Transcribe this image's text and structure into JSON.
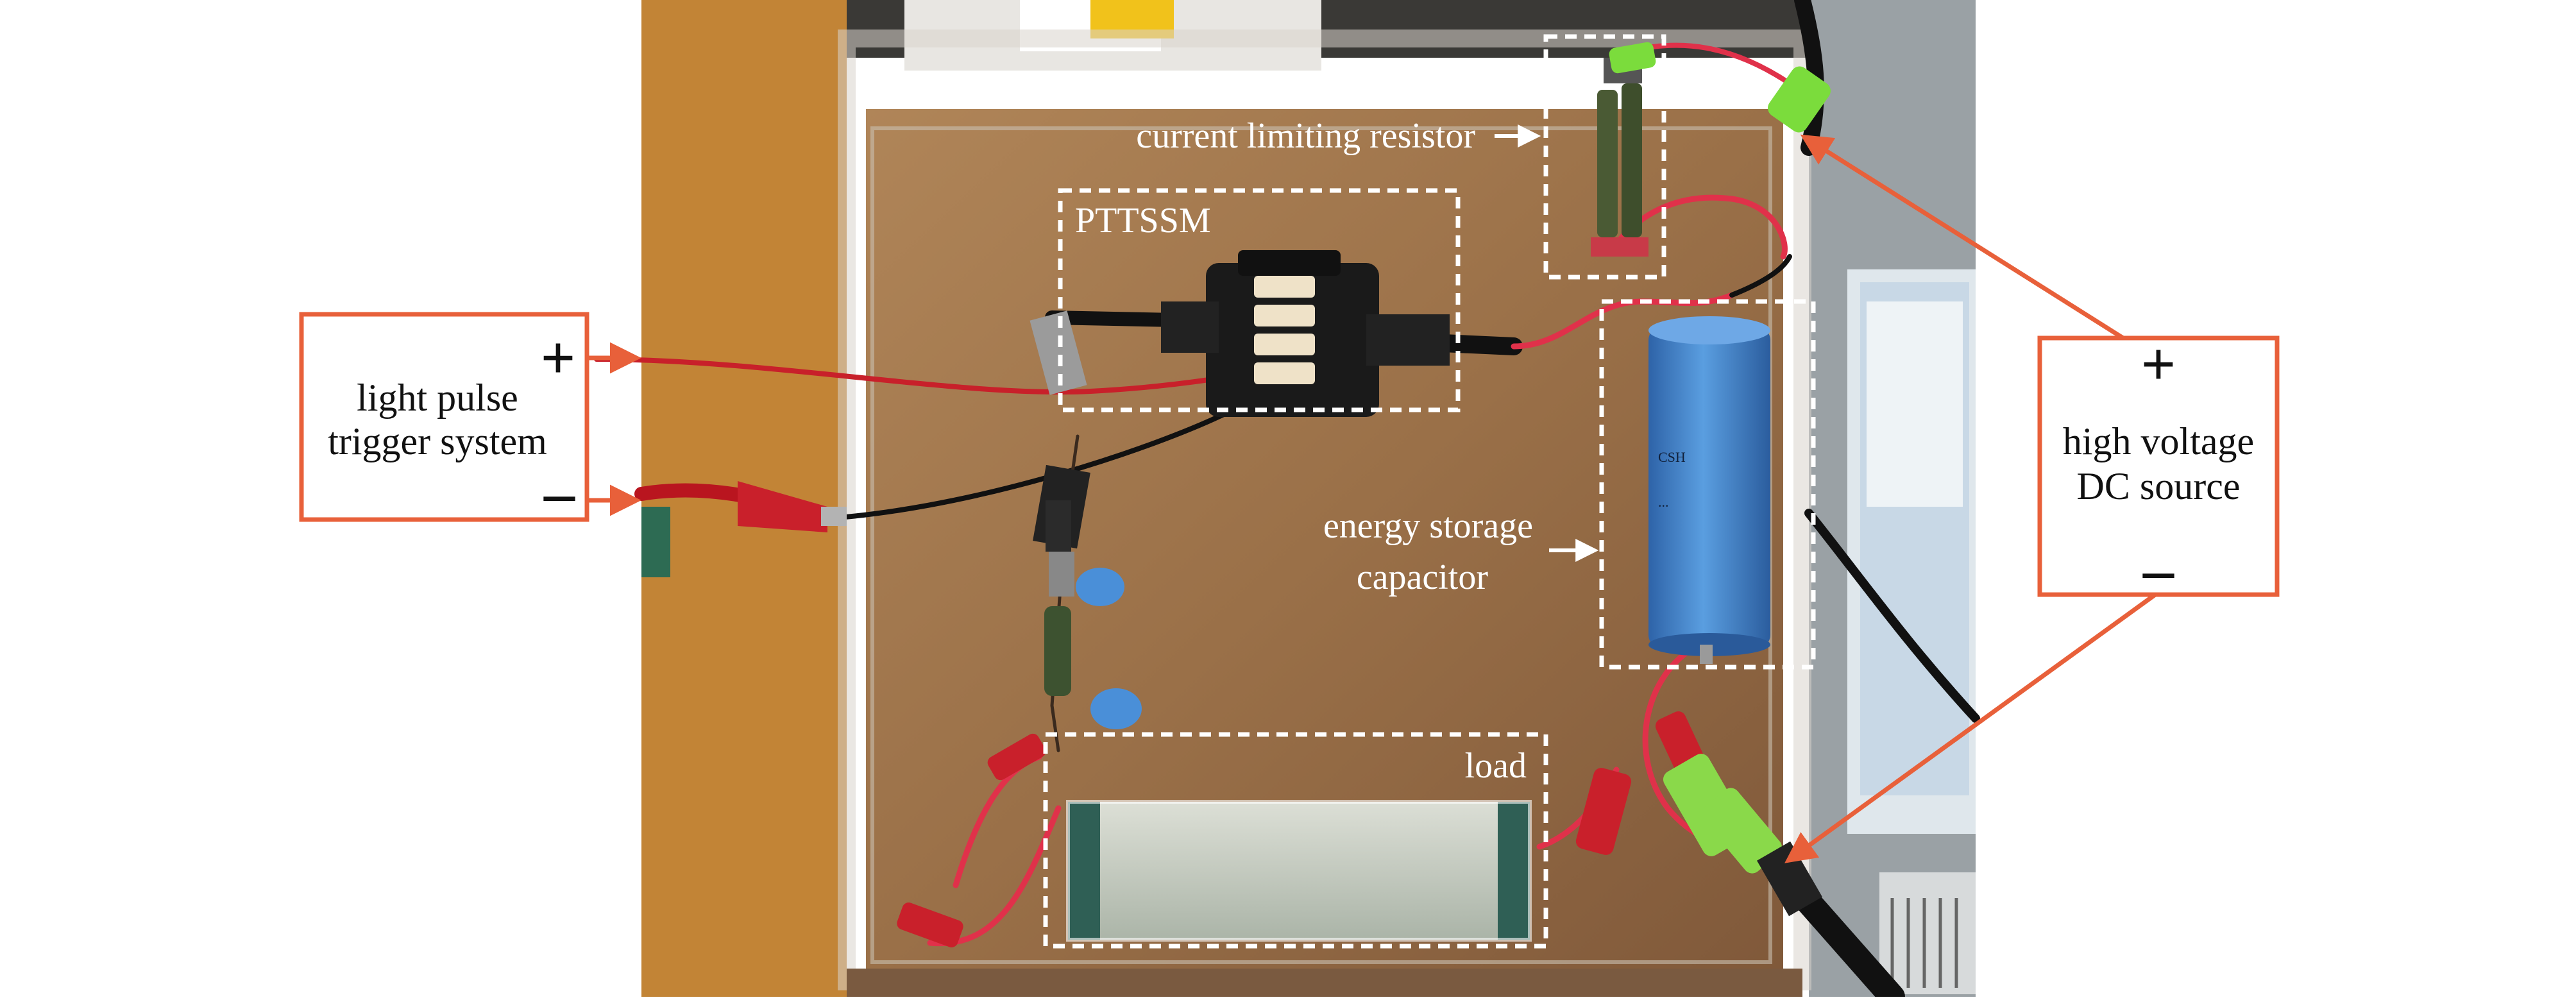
{
  "labels": {
    "current_limiting_resistor": "current limiting resistor",
    "pttssm": "PTTSSM",
    "energy_storage_capacitor_line1": "energy storage",
    "energy_storage_capacitor_line2": "capacitor",
    "load": "load"
  },
  "trigger_box": {
    "plus": "+",
    "minus": "–",
    "line1": "light pulse",
    "line2": "trigger system"
  },
  "hv_box": {
    "plus": "+",
    "minus": "–",
    "line1": "high voltage",
    "line2": "DC source"
  },
  "colors": {
    "callout_orange": "#e8603a",
    "dashed_box": "#ffffff",
    "board": "#9a7048",
    "capacitor_blue": "#3f7fc4"
  }
}
